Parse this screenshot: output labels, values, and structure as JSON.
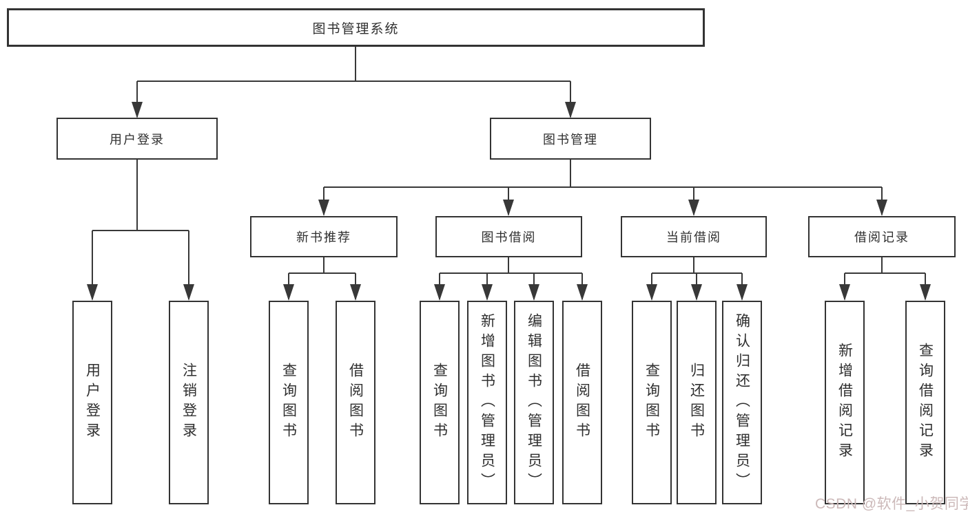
{
  "colors": {
    "line": "#383838",
    "box_border": "#333333",
    "text": "#2f2f2f",
    "background": "#ffffff",
    "watermark": "#ccb9b9"
  },
  "tree": {
    "root": {
      "label": "图书管理系统",
      "children": [
        {
          "label": "用户登录",
          "children": [
            {
              "label": "用户登录"
            },
            {
              "label": "注销登录"
            }
          ]
        },
        {
          "label": "图书管理",
          "children": [
            {
              "label": "新书推荐",
              "children": [
                {
                  "label": "查询图书"
                },
                {
                  "label": "借阅图书"
                }
              ]
            },
            {
              "label": "图书借阅",
              "children": [
                {
                  "label": "查询图书"
                },
                {
                  "label": "新增图书（管理员）"
                },
                {
                  "label": "编辑图书（管理员）"
                },
                {
                  "label": "借阅图书"
                }
              ]
            },
            {
              "label": "当前借阅",
              "children": [
                {
                  "label": "查询图书"
                },
                {
                  "label": "归还图书"
                },
                {
                  "label": "确认归还（管理员）"
                }
              ]
            },
            {
              "label": "借阅记录",
              "children": [
                {
                  "label": "新增借阅记录"
                },
                {
                  "label": "查询借阅记录"
                }
              ]
            }
          ]
        }
      ]
    }
  },
  "watermark": {
    "text": "CSDN @软件_小贺同学"
  }
}
